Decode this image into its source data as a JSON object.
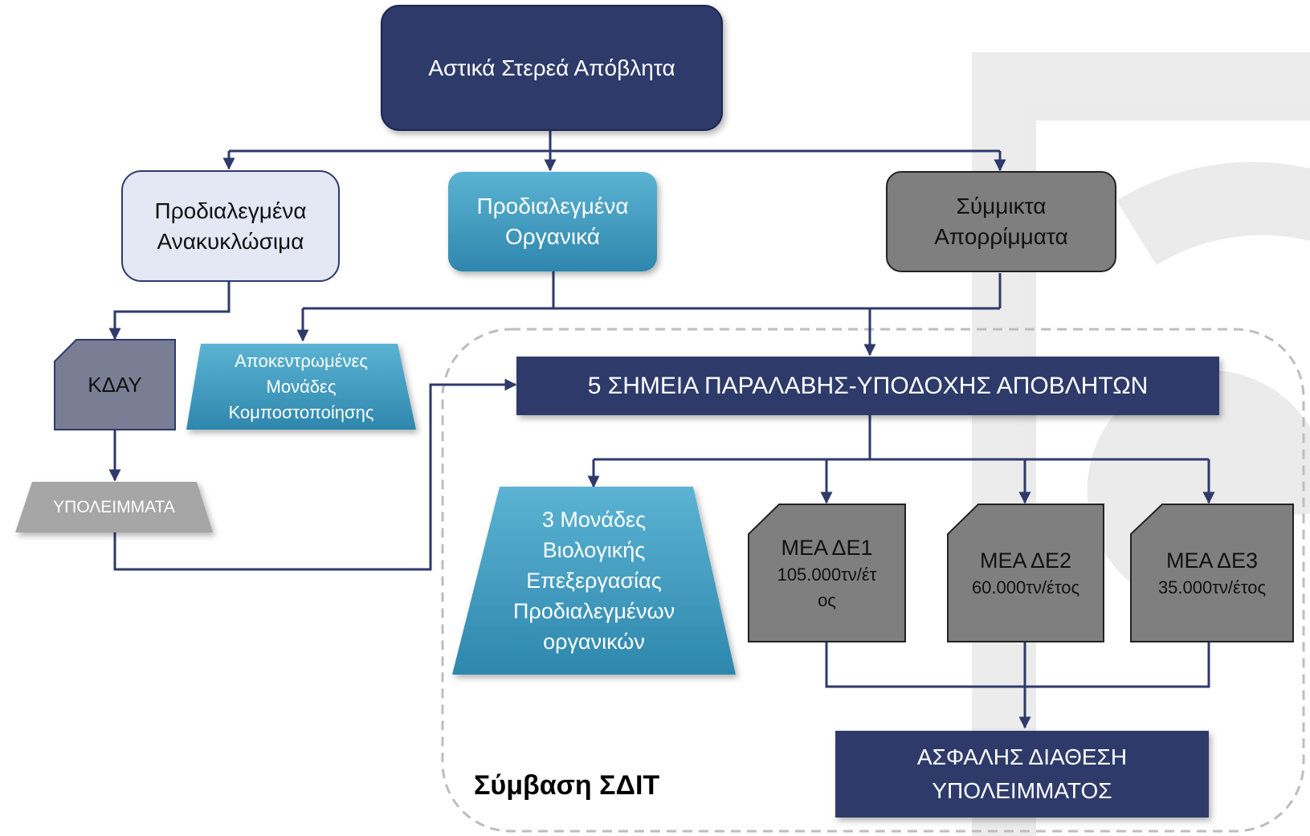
{
  "top": {
    "label": "Αστικά Στερεά Απόβλητα"
  },
  "streams": {
    "recyclables": "Προδιαλεγμένα\nΑνακυκλώσιμα",
    "organics": "Προδιαλεγμένα\nΟργανικά",
    "mixed": "Σύμμικτα\nΑπορρίμματα"
  },
  "kday": {
    "label": "ΚΔΑΥ"
  },
  "residues": {
    "label": "ΥΠΟΛΕΙΜΜΑΤΑ"
  },
  "composting": {
    "label": "Αποκεντρωμένες\nΜονάδες\nΚομποστοποίησης"
  },
  "collection_points": {
    "label": "5 ΣΗΜΕΙΑ ΠΑΡΑΛΑΒΗΣ-ΥΠΟΔΟΧΗΣ ΑΠΟΒΛΗΤΩΝ"
  },
  "bio_units": {
    "label": "3 Μονάδες\nΒιολογικής\nΕπεξεργασίας\nΠροδιαλεγμένων\nοργανικών"
  },
  "mea": [
    {
      "name": "ΜΕΑ ΔΕ1",
      "capacity": "105.000τν/έτ\nος"
    },
    {
      "name": "ΜΕΑ ΔΕ2",
      "capacity": "60.000τν/έτος"
    },
    {
      "name": "ΜΕΑ ΔΕ3",
      "capacity": "35.000τν/έτος"
    }
  ],
  "disposal": {
    "label": "ΑΣΦΑΛΗΣ ΔΙΑΘΕΣΗ\nΥΠΟΛΕΙΜΜΑΤΟΣ"
  },
  "contract": {
    "label": "Σύμβαση ΣΔΙΤ"
  },
  "colors": {
    "navy": "#2e3a6b",
    "teal": "#3e9bbf",
    "lavender": "#e4e7f4",
    "grey": "#7f7f7f",
    "slate": "#7a7e94",
    "connector": "#2e3a6b"
  }
}
